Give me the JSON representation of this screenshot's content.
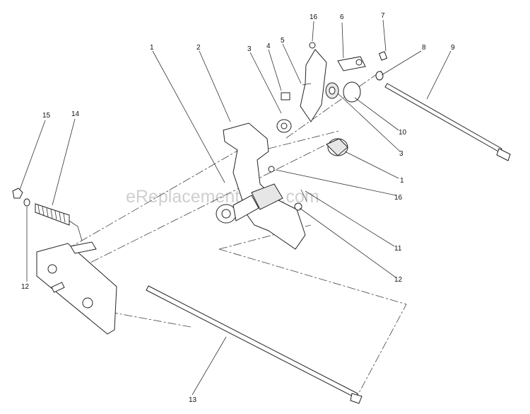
{
  "watermark": "eReplacementParts.com",
  "callouts": [
    {
      "id": "c1a",
      "text": "1"
    },
    {
      "id": "c2",
      "text": "2"
    },
    {
      "id": "c3a",
      "text": "3"
    },
    {
      "id": "c4",
      "text": "4"
    },
    {
      "id": "c5",
      "text": "5"
    },
    {
      "id": "c16a",
      "text": "16"
    },
    {
      "id": "c6",
      "text": "6"
    },
    {
      "id": "c7",
      "text": "7"
    },
    {
      "id": "c8",
      "text": "8"
    },
    {
      "id": "c9",
      "text": "9"
    },
    {
      "id": "c10",
      "text": "10"
    },
    {
      "id": "c3b",
      "text": "3"
    },
    {
      "id": "c1b",
      "text": "1"
    },
    {
      "id": "c16b",
      "text": "16"
    },
    {
      "id": "c11",
      "text": "11"
    },
    {
      "id": "c12a",
      "text": "12"
    },
    {
      "id": "c15",
      "text": "15"
    },
    {
      "id": "c14",
      "text": "14"
    },
    {
      "id": "c12b",
      "text": "12"
    },
    {
      "id": "c13",
      "text": "13"
    }
  ]
}
